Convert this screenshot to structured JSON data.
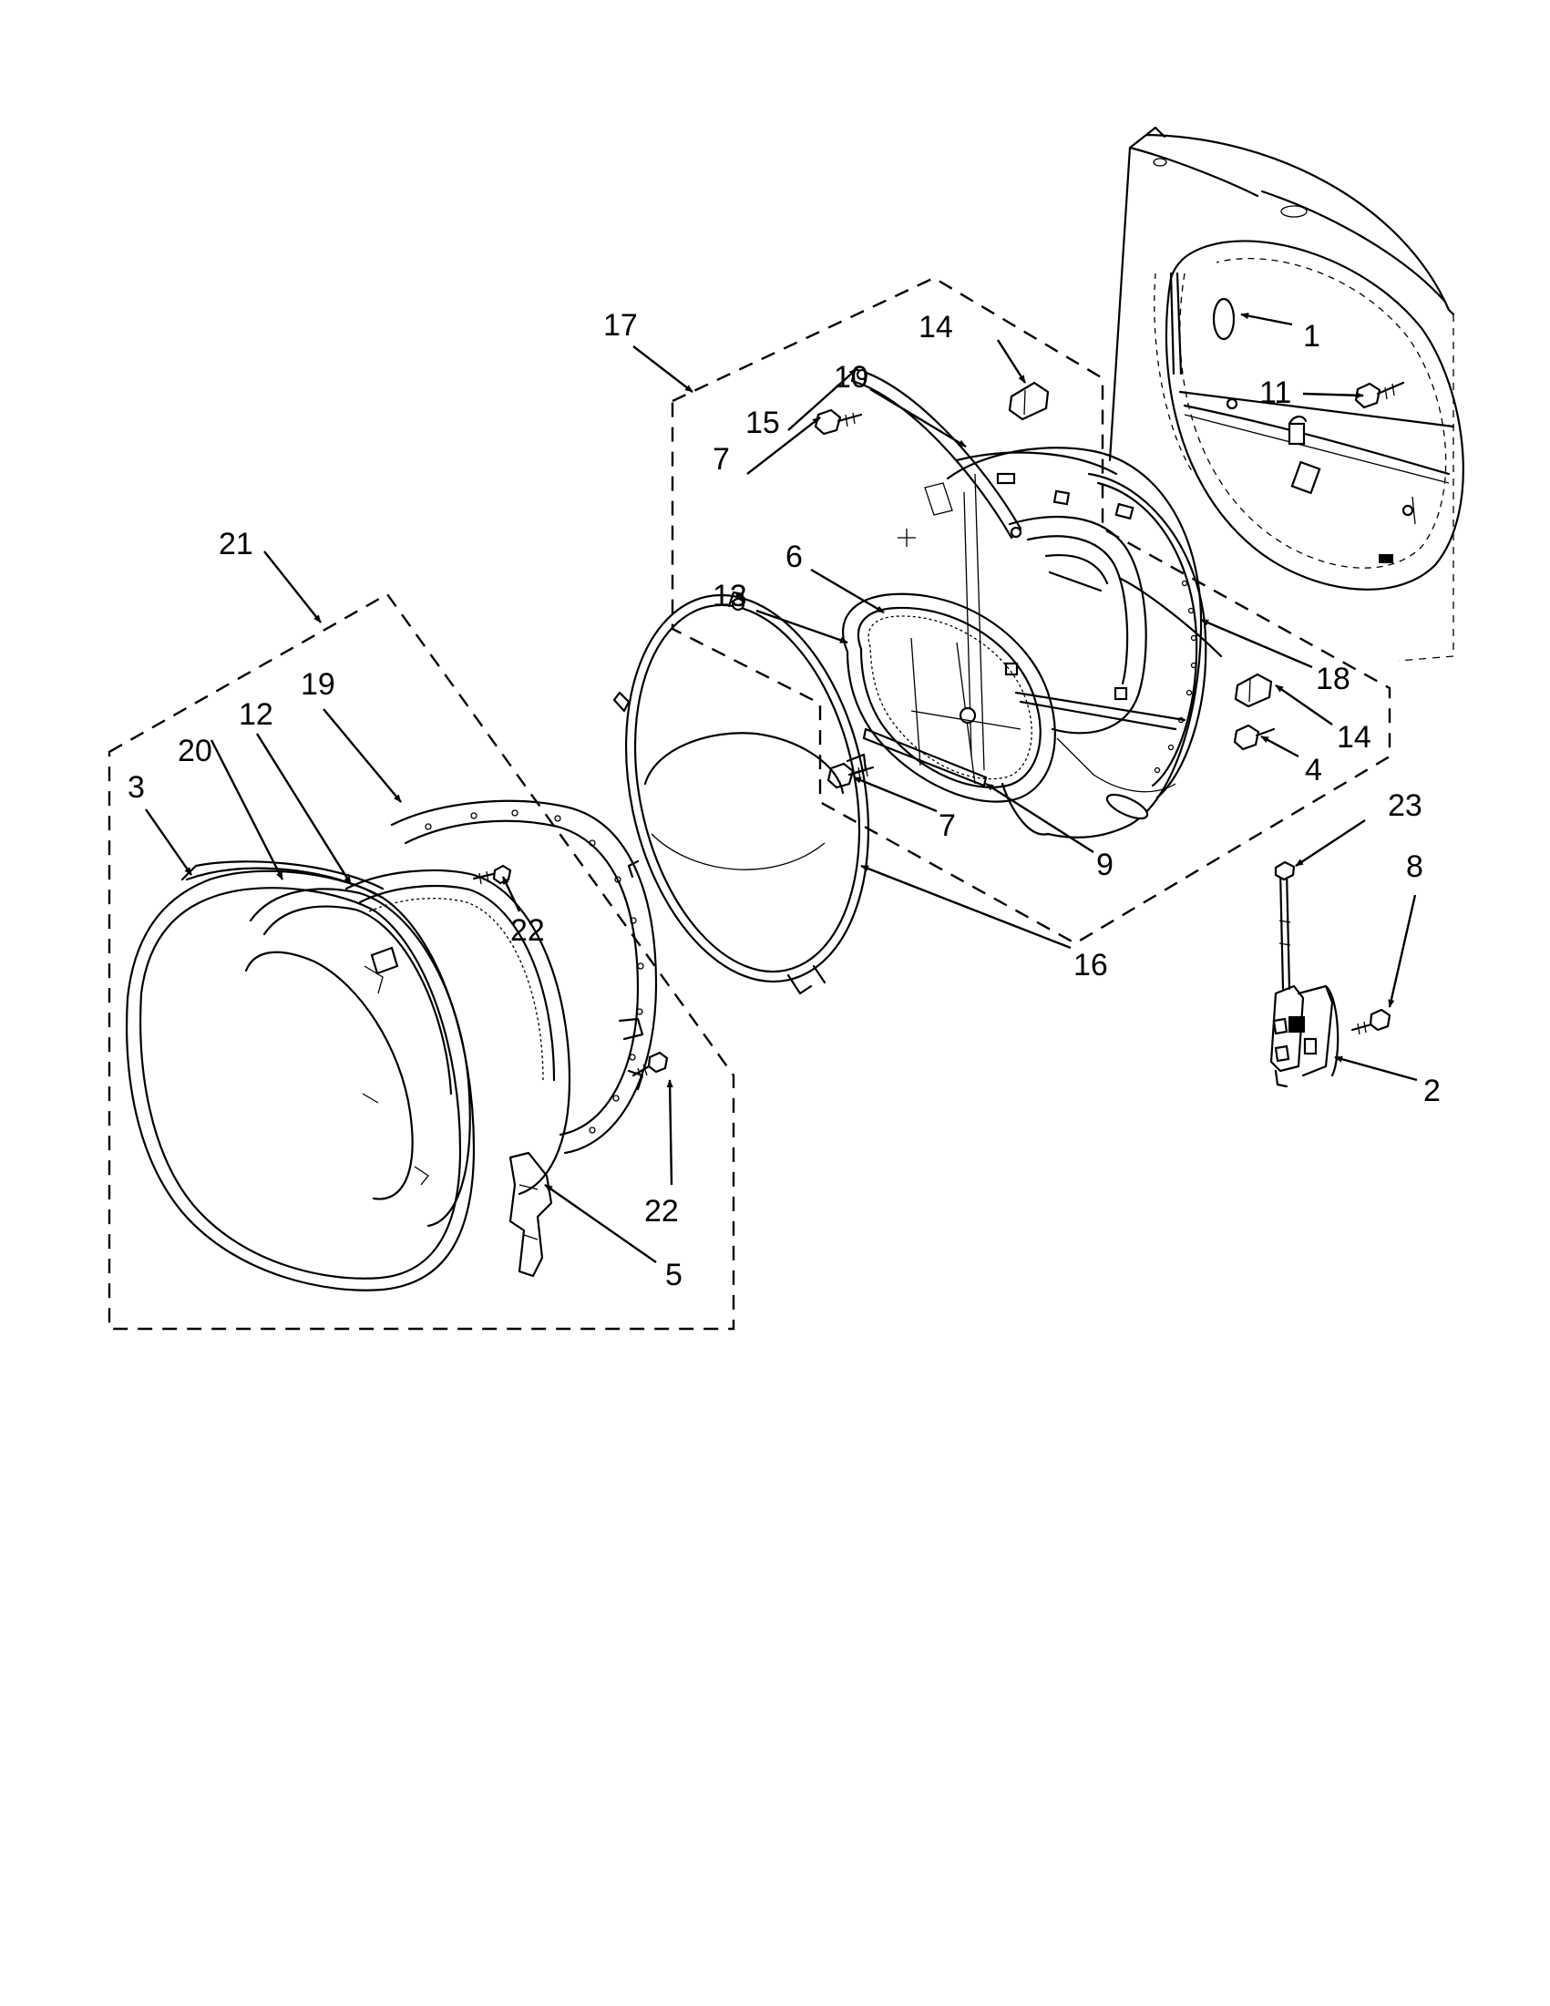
{
  "callouts": [
    {
      "id": "c1",
      "text": "1"
    },
    {
      "id": "c2",
      "text": "2"
    },
    {
      "id": "c3",
      "text": "3"
    },
    {
      "id": "c4",
      "text": "4"
    },
    {
      "id": "c5",
      "text": "5"
    },
    {
      "id": "c6",
      "text": "6"
    },
    {
      "id": "c7a",
      "text": "7"
    },
    {
      "id": "c7b",
      "text": "7"
    },
    {
      "id": "c8",
      "text": "8"
    },
    {
      "id": "c9",
      "text": "9"
    },
    {
      "id": "c10",
      "text": "10"
    },
    {
      "id": "c11",
      "text": "11"
    },
    {
      "id": "c12",
      "text": "12"
    },
    {
      "id": "c13",
      "text": "13"
    },
    {
      "id": "c14a",
      "text": "14"
    },
    {
      "id": "c14b",
      "text": "14"
    },
    {
      "id": "c15",
      "text": "15"
    },
    {
      "id": "c16",
      "text": "16"
    },
    {
      "id": "c17",
      "text": "17"
    },
    {
      "id": "c18",
      "text": "18"
    },
    {
      "id": "c19",
      "text": "19"
    },
    {
      "id": "c20",
      "text": "20"
    },
    {
      "id": "c21",
      "text": "21"
    },
    {
      "id": "c22a",
      "text": "22"
    },
    {
      "id": "c22b",
      "text": "22"
    },
    {
      "id": "c23",
      "text": "23"
    }
  ]
}
